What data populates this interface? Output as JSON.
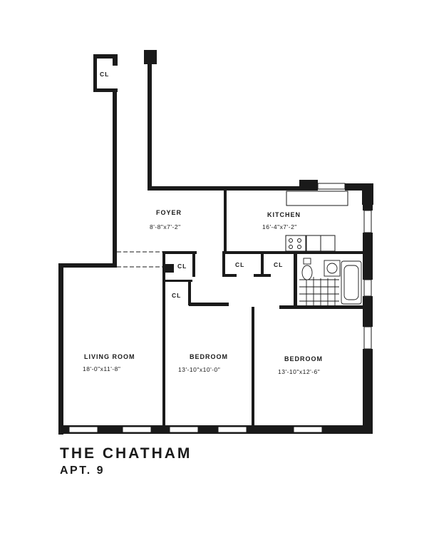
{
  "building": {
    "name": "THE CHATHAM",
    "unit": "APT. 9"
  },
  "rooms": {
    "foyer": {
      "name": "FOYER",
      "dims": "8'-8\"x7'-2\""
    },
    "kitchen": {
      "name": "KITCHEN",
      "dims": "16'-4\"x7'-2\""
    },
    "living": {
      "name": "LIVING ROOM",
      "dims": "18'-0\"x11'-8\""
    },
    "bedroom1": {
      "name": "BEDROOM",
      "dims": "13'-10\"x10'-0\""
    },
    "bedroom2": {
      "name": "BEDROOM",
      "dims": "13'-10\"x12'-6\""
    }
  },
  "closet_label": "CL"
}
